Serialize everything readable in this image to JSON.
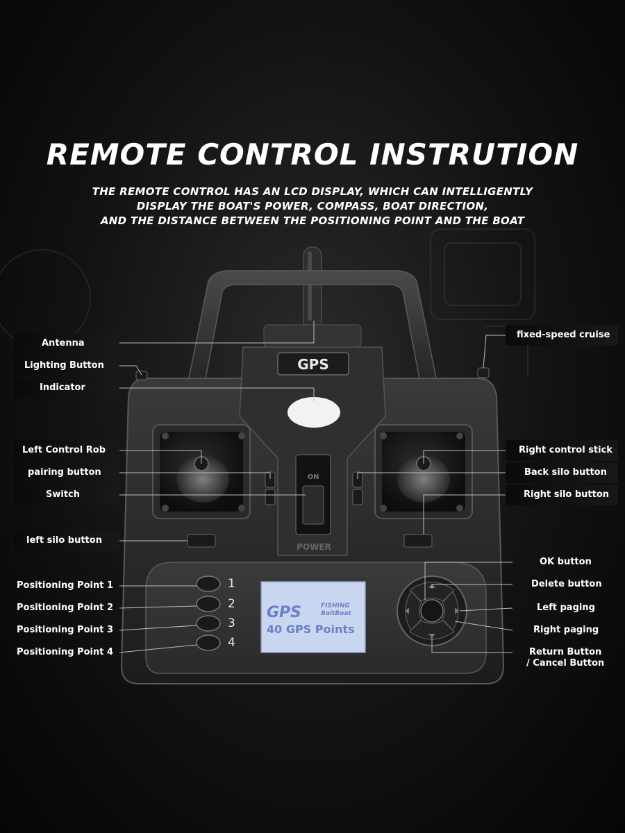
{
  "title": "REMOTE CONTROL INSTRUTION",
  "subtitle_lines": [
    "THE REMOTE CONTROL HAS AN LCD DISPLAY, WHICH CAN INTELLIGENTLY",
    "DISPLAY THE BOAT'S POWER, COMPASS, BOAT DIRECTION,",
    "AND THE DISTANCE BETWEEN THE POSITIONING POINT AND THE BOAT"
  ],
  "device": {
    "gps_badge": "GPS",
    "switch_on": "ON",
    "power_label": "POWER",
    "lcd": {
      "logo": "GPS",
      "logo_small_1": "FISHING",
      "logo_small_2": "BaitBoat",
      "points": "40 GPS Points",
      "background_color": "#c9d6f0",
      "text_color": "#6a7fc8"
    },
    "point_numbers": [
      "1",
      "2",
      "3",
      "4"
    ]
  },
  "labels_left": [
    "Antenna",
    "Lighting Button",
    "Indicator",
    "Left Control Rob",
    "pairing button",
    "Switch",
    "left silo button",
    "Positioning Point 1",
    "Positioning Point 2",
    "Positioning Point 3",
    "Positioning Point 4"
  ],
  "labels_right": [
    "fixed-speed cruise",
    "Right control stick",
    "Back silo button",
    "Right silo button",
    "OK button",
    "Delete button",
    "Left paging",
    "Right paging",
    "Return Button",
    "/ Cancel Button"
  ]
}
